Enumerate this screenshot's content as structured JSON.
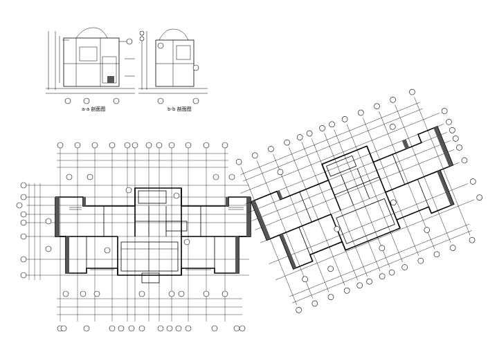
{
  "sections": [
    {
      "id": "a",
      "caption": "a-a 剖面图"
    },
    {
      "id": "b",
      "caption": "b-b 剖面图"
    }
  ]
}
